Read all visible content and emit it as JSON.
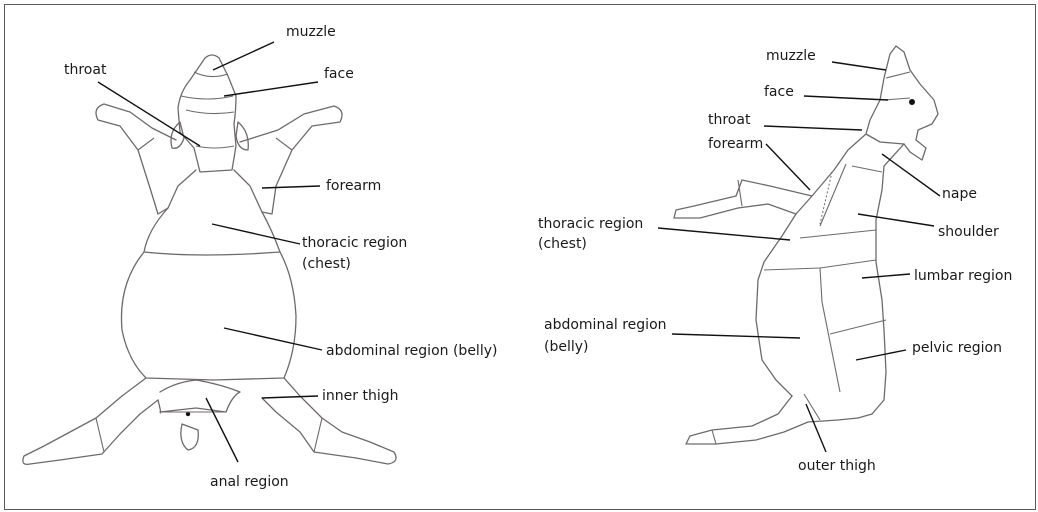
{
  "figure": {
    "ventral_view": {
      "labels": {
        "muzzle": "muzzle",
        "throat": "throat",
        "face": "face",
        "forearm": "forearm",
        "thoracic_line1": "thoracic region",
        "thoracic_line2": "(chest)",
        "abdominal": "abdominal region (belly)",
        "inner_thigh": "inner thigh",
        "anal": "anal region"
      }
    },
    "lateral_view": {
      "labels": {
        "muzzle": "muzzle",
        "face": "face",
        "throat": "throat",
        "forearm": "forearm",
        "nape": "nape",
        "thoracic_line1": "thoracic region",
        "thoracic_line2": "(chest)",
        "shoulder": "shoulder",
        "lumbar": "lumbar region",
        "abdominal_line1": "abdominal region",
        "abdominal_line2": "(belly)",
        "pelvic": "pelvic region",
        "outer_thigh": "outer thigh"
      }
    }
  }
}
